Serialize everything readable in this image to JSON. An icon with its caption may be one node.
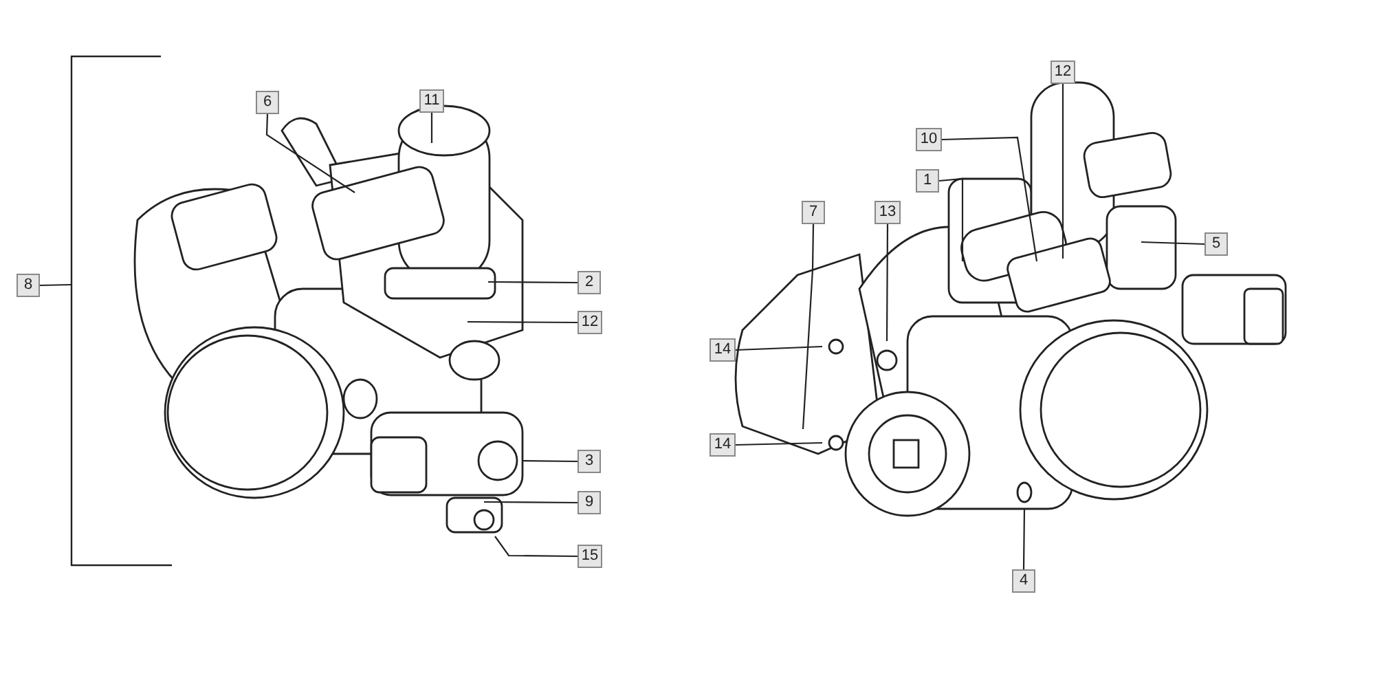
{
  "diagram": {
    "nodes": [
      {
        "text": [
          "6"
        ]
      },
      {
        "text": [
          "11"
        ]
      },
      {
        "text": [
          "8"
        ]
      },
      {
        "text": [
          "2"
        ]
      },
      {
        "text": [
          "12"
        ]
      },
      {
        "text": [
          "3"
        ]
      },
      {
        "text": [
          "9"
        ]
      },
      {
        "text": [
          "15"
        ]
      },
      {
        "text": [
          "12"
        ]
      },
      {
        "text": [
          "10"
        ]
      },
      {
        "text": [
          "1"
        ]
      },
      {
        "text": [
          "7"
        ]
      },
      {
        "text": [
          "13"
        ]
      },
      {
        "text": [
          "5"
        ]
      },
      {
        "text": [
          "14"
        ]
      },
      {
        "text": [
          "14"
        ]
      },
      {
        "text": [
          "4"
        ]
      }
    ],
    "edges": [
      {
        "from": 0,
        "to": null,
        "arrow": "none"
      },
      {
        "from": 1,
        "to": null,
        "arrow": "none"
      },
      {
        "from": 2,
        "to": null,
        "arrow": "none"
      },
      {
        "from": 3,
        "to": null,
        "arrow": "none"
      },
      {
        "from": 4,
        "to": null,
        "arrow": "none"
      },
      {
        "from": 5,
        "to": null,
        "arrow": "none"
      },
      {
        "from": 6,
        "to": null,
        "arrow": "none"
      },
      {
        "from": 7,
        "to": null,
        "arrow": "none"
      },
      {
        "from": 8,
        "to": null,
        "arrow": "none"
      },
      {
        "from": 9,
        "to": null,
        "arrow": "none"
      },
      {
        "from": 10,
        "to": null,
        "arrow": "none"
      },
      {
        "from": 11,
        "to": null,
        "arrow": "none"
      },
      {
        "from": 12,
        "to": null,
        "arrow": "none"
      },
      {
        "from": 13,
        "to": null,
        "arrow": "none"
      },
      {
        "from": 14,
        "to": null,
        "arrow": "none"
      },
      {
        "from": 15,
        "to": null,
        "arrow": "none"
      },
      {
        "from": 16,
        "to": null,
        "arrow": "none"
      }
    ]
  }
}
